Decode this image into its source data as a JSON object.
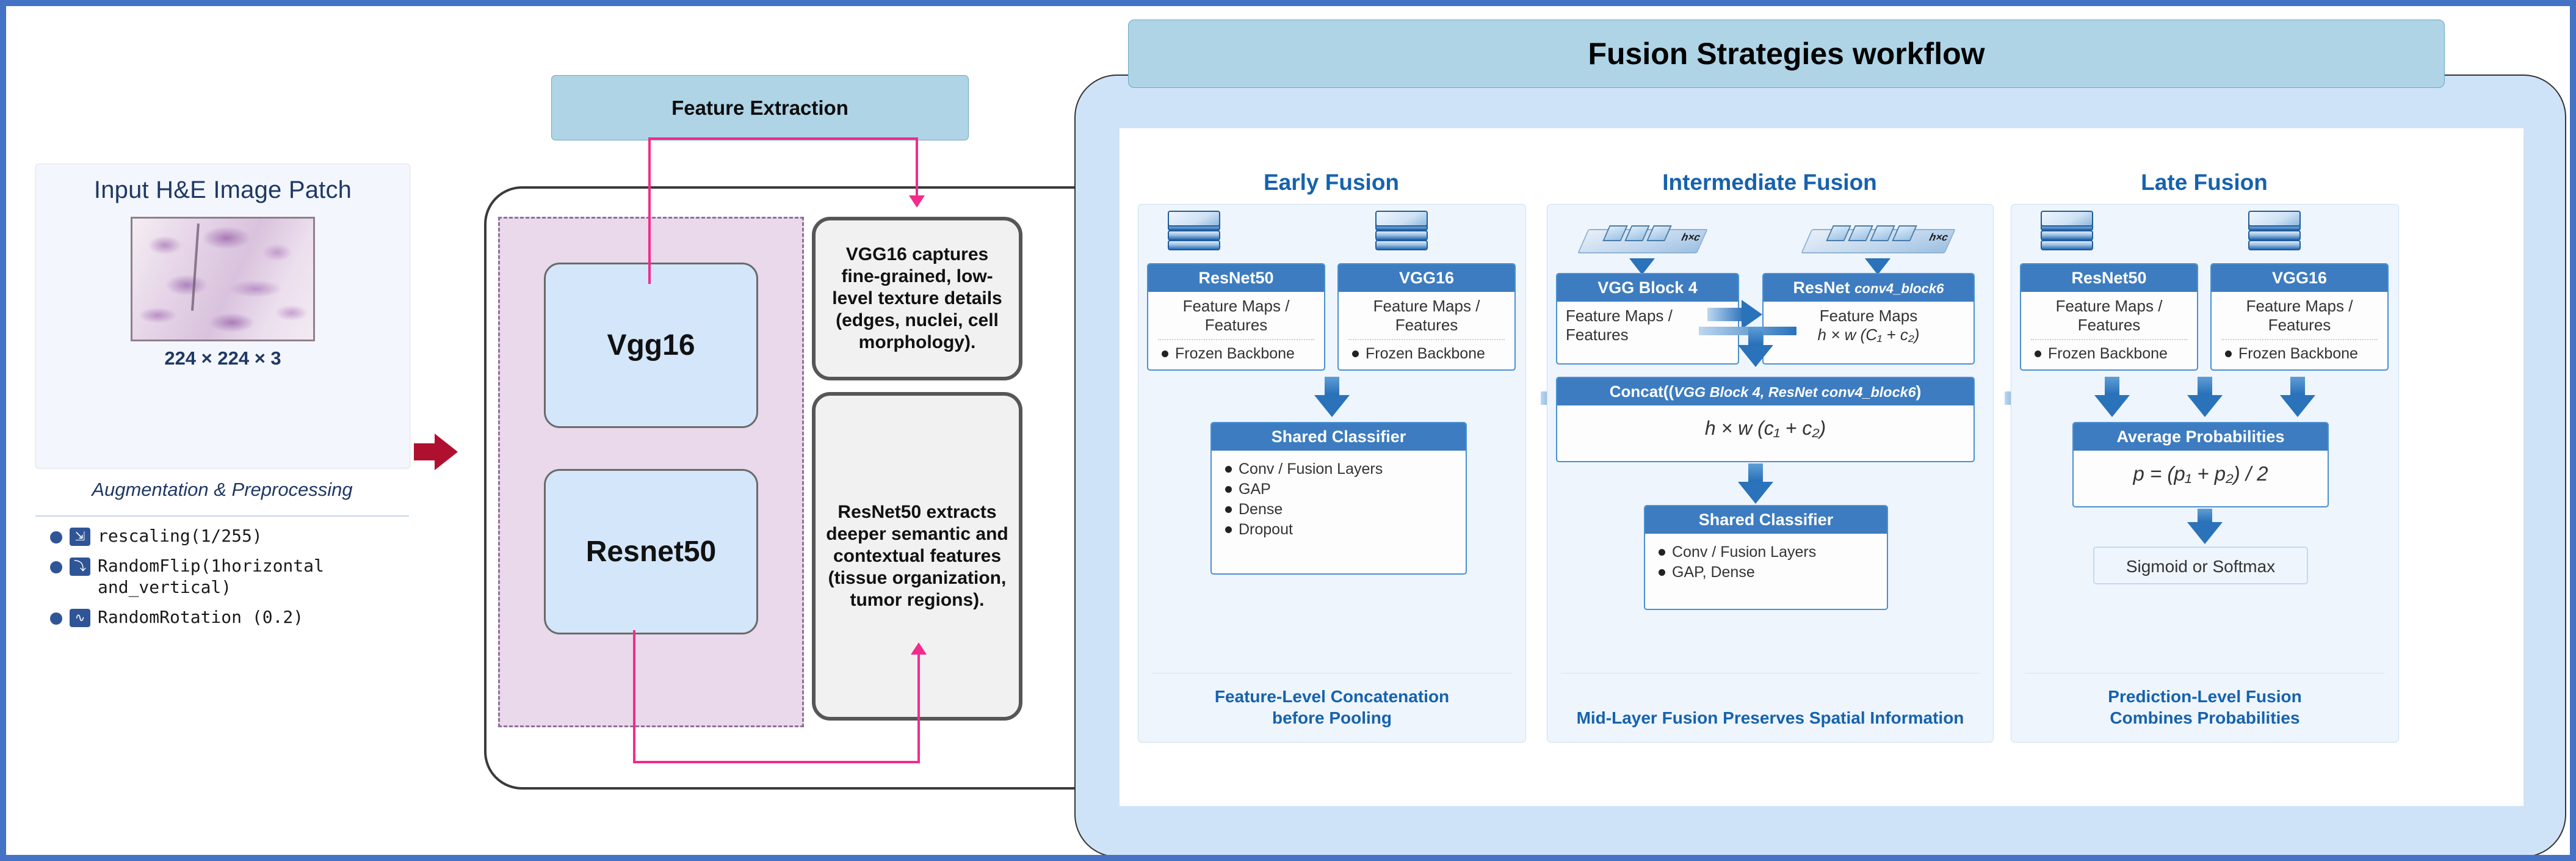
{
  "input": {
    "title": "Input H&E Image Patch",
    "dimensions": "224 × 224 × 3",
    "aug_title": "Augmentation & Preprocessing",
    "aug_items": [
      {
        "icon": "rescale-icon",
        "glyph": "⇲",
        "text": "rescaling(1/255)"
      },
      {
        "icon": "flip-icon",
        "glyph": "⤵",
        "text": "RandomFlip(1horizontal and_vertical)"
      },
      {
        "icon": "rotation-icon",
        "glyph": "∿",
        "text": "RandomRotation (0.2)"
      }
    ]
  },
  "feature_extraction": {
    "header": "Feature Extraction",
    "models": [
      "Vgg16",
      "Resnet50"
    ],
    "notes": [
      "VGG16 captures fine-grained, low-level texture details (edges, nuclei, cell morphology).",
      "ResNet50 extracts deeper semantic and contextual features (tissue organization, tumor regions)."
    ]
  },
  "fusion": {
    "title": "Fusion Strategies workflow",
    "columns": [
      {
        "title": "Early Fusion",
        "backbones": [
          {
            "name": "ResNet50",
            "line1": "Feature Maps /",
            "line2": "Features",
            "note": "Frozen Backbone"
          },
          {
            "name": "VGG16",
            "line1": "Feature Maps /",
            "line2": "Features",
            "note": "Frozen Backbone"
          }
        ],
        "classifier": {
          "title": "Shared Classifier",
          "items": [
            "Conv / Fusion Layers",
            "GAP",
            "Dense",
            "Dropout"
          ]
        },
        "footer_line1": "Feature-Level Concatenation",
        "footer_line2": "before Pooling"
      },
      {
        "title": "Intermediate Fusion",
        "blocks": [
          {
            "name": "VGG Block 4",
            "line1": "Feature Maps /",
            "line2": "Features",
            "plate_label": "h×c"
          },
          {
            "name_plain": "ResNet",
            "name_italic": "conv4_block6",
            "line1": "Feature Maps",
            "line2": "h × w (C₁ +  c₂)",
            "plate_label": "h×c"
          }
        ],
        "concat": {
          "title_plain": "Concat((",
          "title_italic": "VGG Block 4, ResNet conv4_block6",
          "title_end": ")",
          "formula": "h × w  (c₁ +   c₂)"
        },
        "classifier": {
          "title": "Shared Classifier",
          "items": [
            "Conv / Fusion Layers",
            "GAP, Dense"
          ]
        },
        "footer_line1": "Mid-Layer Fusion Preserves Spatial Information",
        "footer_line2": ""
      },
      {
        "title": "Late Fusion",
        "backbones": [
          {
            "name": "ResNet50",
            "line1": "Feature Maps /",
            "line2": "Features",
            "note": "Frozen Backbone"
          },
          {
            "name": "VGG16",
            "line1": "Feature Maps /",
            "line2": "Features",
            "note": "Frozen Backbone"
          }
        ],
        "average": {
          "title": "Average Probabilities",
          "formula": "p = (p₁ + p₂) / 2"
        },
        "activation": "Sigmoid or Softmax",
        "footer_line1": "Prediction-Level Fusion",
        "footer_line2": "Combines Probabilities"
      }
    ]
  },
  "colors": {
    "frame": "#4472c4",
    "accent_blue": "#3d7cc0",
    "title_blue": "#1662ad",
    "header_fill": "#aed4e6",
    "panel_fill": "#cfe3f8",
    "pink_connector": "#f32b8c",
    "red_arrow": "#b01030",
    "dashed_purple": "#8e6f9b"
  }
}
